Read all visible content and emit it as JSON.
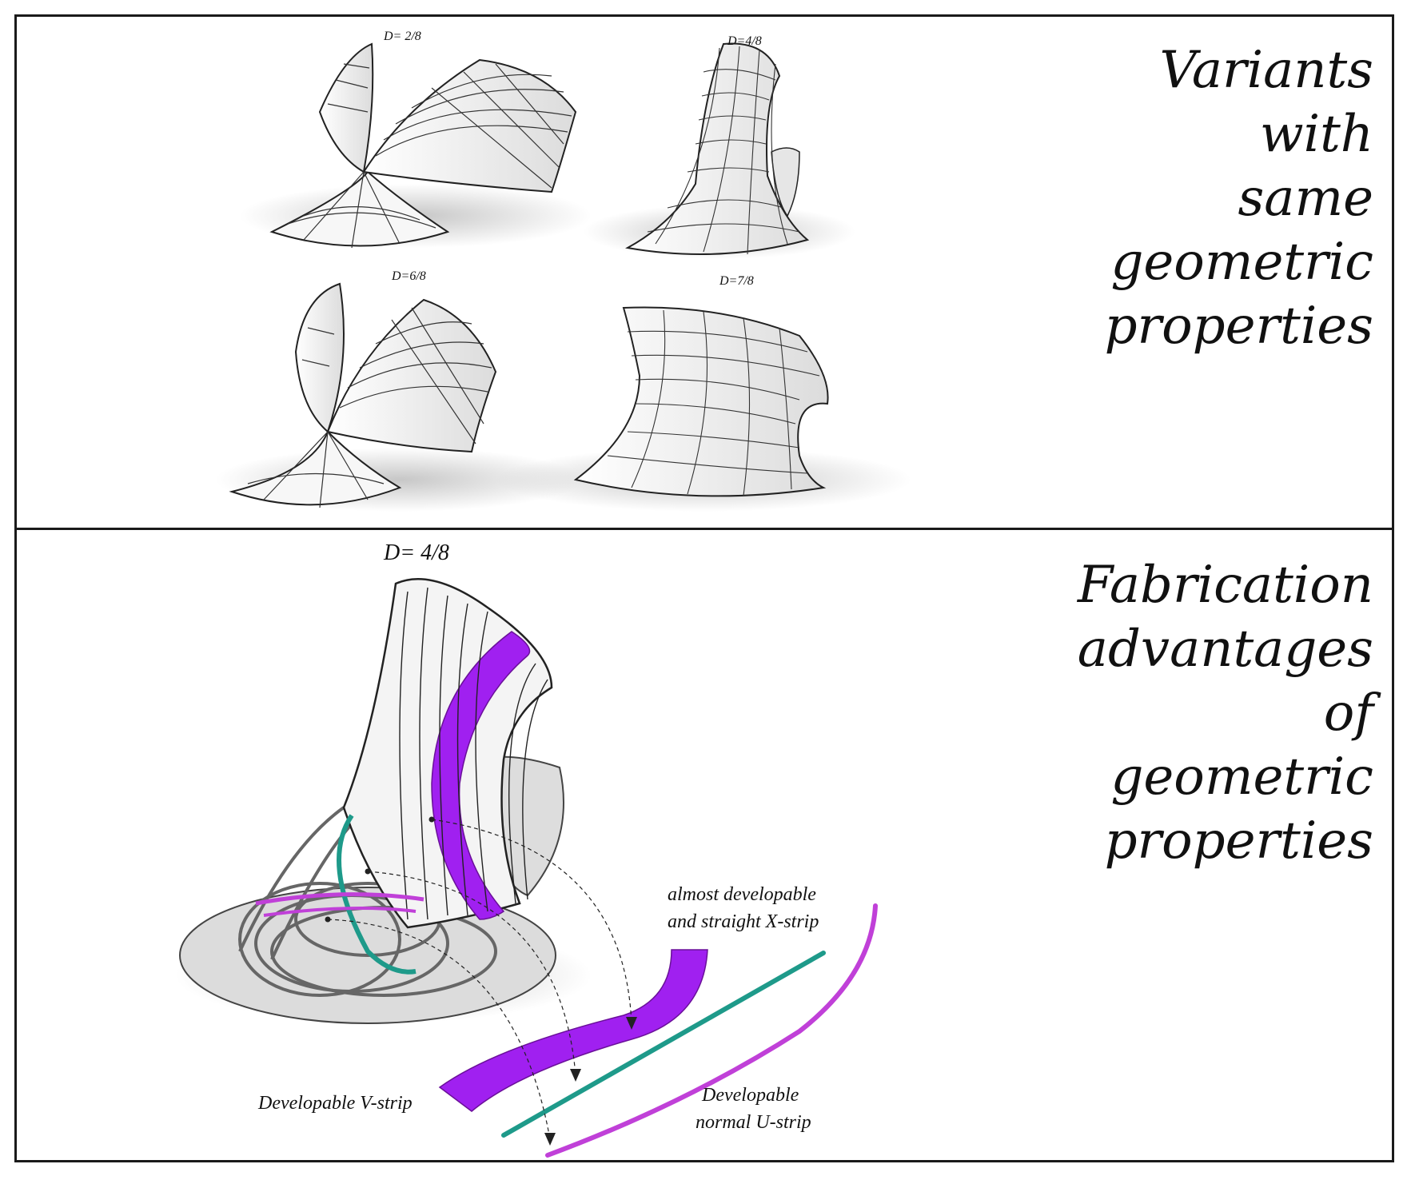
{
  "headings": {
    "top": [
      "Variants",
      "with",
      "same",
      "geometric",
      "properties"
    ],
    "bottom": [
      "Fabrication",
      "advantages",
      "of",
      "geometric",
      "properties"
    ]
  },
  "variants": {
    "d_2_8": "D= 2/8",
    "d_4_8": "D=4/8",
    "d_6_8": "D=6/8",
    "d_7_8": "D=7/8"
  },
  "fabrication": {
    "title": "D= 4/8",
    "x_strip_line1": "almost developable",
    "x_strip_line2": "and straight X-strip",
    "v_strip": "Developable V-strip",
    "u_strip_line1": "Developable",
    "u_strip_line2": "normal U-strip"
  },
  "colors": {
    "v_strip": "#a020f0",
    "x_strip": "#1e9a8a",
    "u_strip": "#c040d8",
    "mesh": "#222222",
    "surface": "#f4f4f4"
  }
}
